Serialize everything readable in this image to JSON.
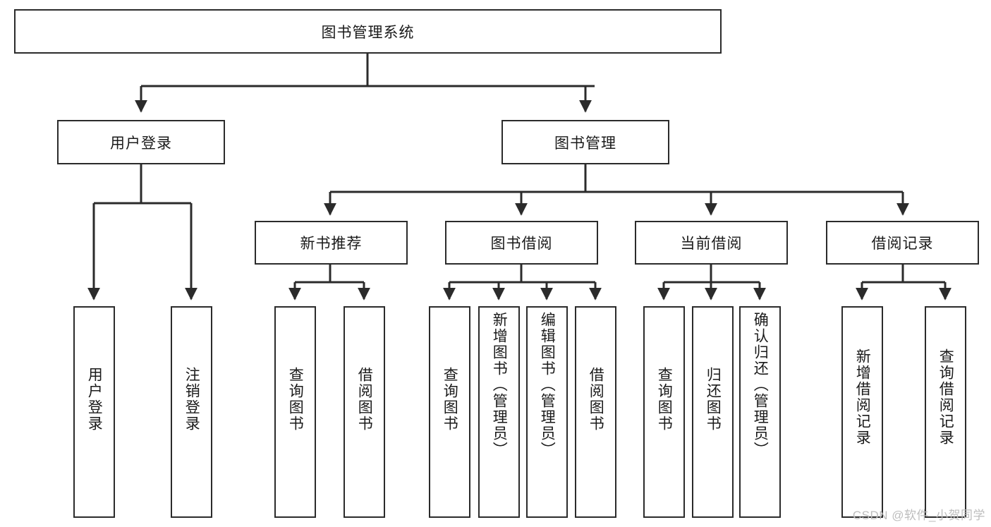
{
  "diagram": {
    "title_node": {
      "label": "图书管理系统"
    },
    "level2": [
      {
        "id": "user-login",
        "label": "用户登录"
      },
      {
        "id": "book-management",
        "label": "图书管理"
      }
    ],
    "level3": [
      {
        "id": "new-book-recommend",
        "label": "新书推荐"
      },
      {
        "id": "book-borrow",
        "label": "图书借阅"
      },
      {
        "id": "current-borrow",
        "label": "当前借阅"
      },
      {
        "id": "borrow-record",
        "label": "借阅记录"
      }
    ],
    "leaves": [
      {
        "id": "leaf-user-login",
        "label": "用户登录"
      },
      {
        "id": "leaf-user-logout",
        "label": "注销登录"
      },
      {
        "id": "leaf-query-book-1",
        "label": "查询图书"
      },
      {
        "id": "leaf-borrow-book-1",
        "label": "借阅图书"
      },
      {
        "id": "leaf-query-book-2",
        "label": "查询图书"
      },
      {
        "id": "leaf-add-book",
        "label": "新增图书（管理员）"
      },
      {
        "id": "leaf-edit-book",
        "label": "编辑图书（管理员）"
      },
      {
        "id": "leaf-borrow-book-2",
        "label": "借阅图书"
      },
      {
        "id": "leaf-query-book-3",
        "label": "查询图书"
      },
      {
        "id": "leaf-return-book",
        "label": "归还图书"
      },
      {
        "id": "leaf-confirm-return",
        "label": "确认归还（管理员）"
      },
      {
        "id": "leaf-add-borrow-record",
        "label": "新增借阅记录"
      },
      {
        "id": "leaf-query-borrow-record",
        "label": "查询借阅记录"
      }
    ]
  },
  "watermark": {
    "text": "CSDN @软件_小贺同学"
  },
  "colors": {
    "stroke": "#2b2b2b",
    "background": "#ffffff",
    "text": "#1a1a1a",
    "watermark": "#bdbdbd"
  }
}
